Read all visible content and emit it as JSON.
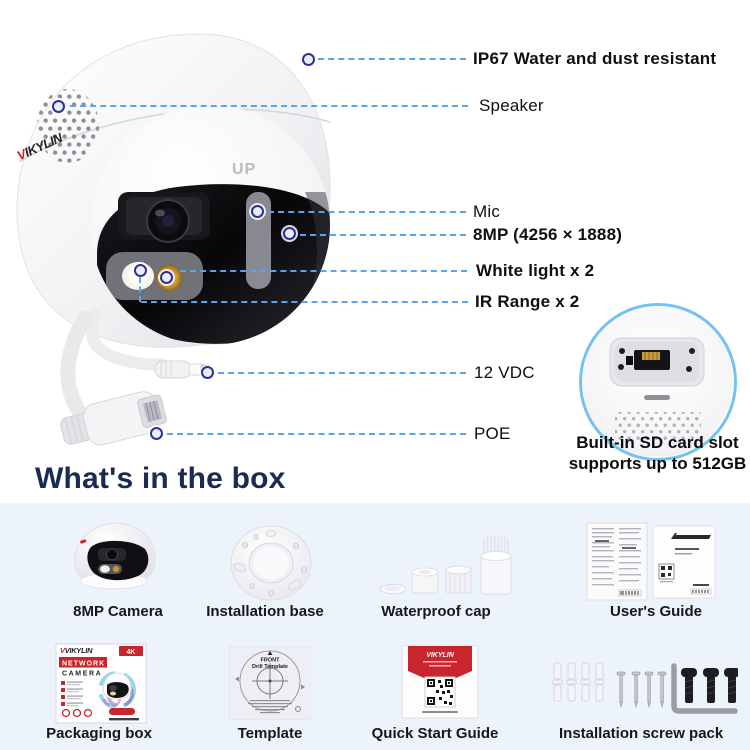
{
  "colors": {
    "dash_blue": "#57a5f1",
    "dot_navy": "#2e3192",
    "heading_navy": "#1b2a50",
    "section_bg": "#ecf3fb",
    "brand_red": "#c8252c"
  },
  "callouts": {
    "ip67": "IP67 Water and dust resistant",
    "speaker": "Speaker",
    "mic": "Mic",
    "resolution": "8MP (4256 × 1888)",
    "white_light": "White light x 2",
    "ir_range": "IR Range x 2",
    "dc": "12 VDC",
    "poe": "POE"
  },
  "camera": {
    "up_marking": "UP",
    "brand_initial": "V",
    "brand_rest": "IKYLIN"
  },
  "sd_inset": {
    "line1": "Built-in SD card slot",
    "line2": "supports up to 512GB"
  },
  "box_section": {
    "heading": "What's in the box"
  },
  "box_items": {
    "camera": "8MP Camera",
    "base": "Installation base",
    "cap": "Waterproof cap",
    "guide": "User's Guide",
    "box": "Packaging box",
    "template": "Template",
    "qsg": "Quick Start Guide",
    "screws": "Installation screw pack"
  },
  "packaging_box": {
    "brand": "VIKYLIN",
    "banner": "NETWORK",
    "product": "CAMERA",
    "badge": "4K"
  },
  "quick_start": {
    "brand": "VIKYLIN"
  },
  "template_paper": {
    "front": "FRONT",
    "title": "Drill Template"
  }
}
